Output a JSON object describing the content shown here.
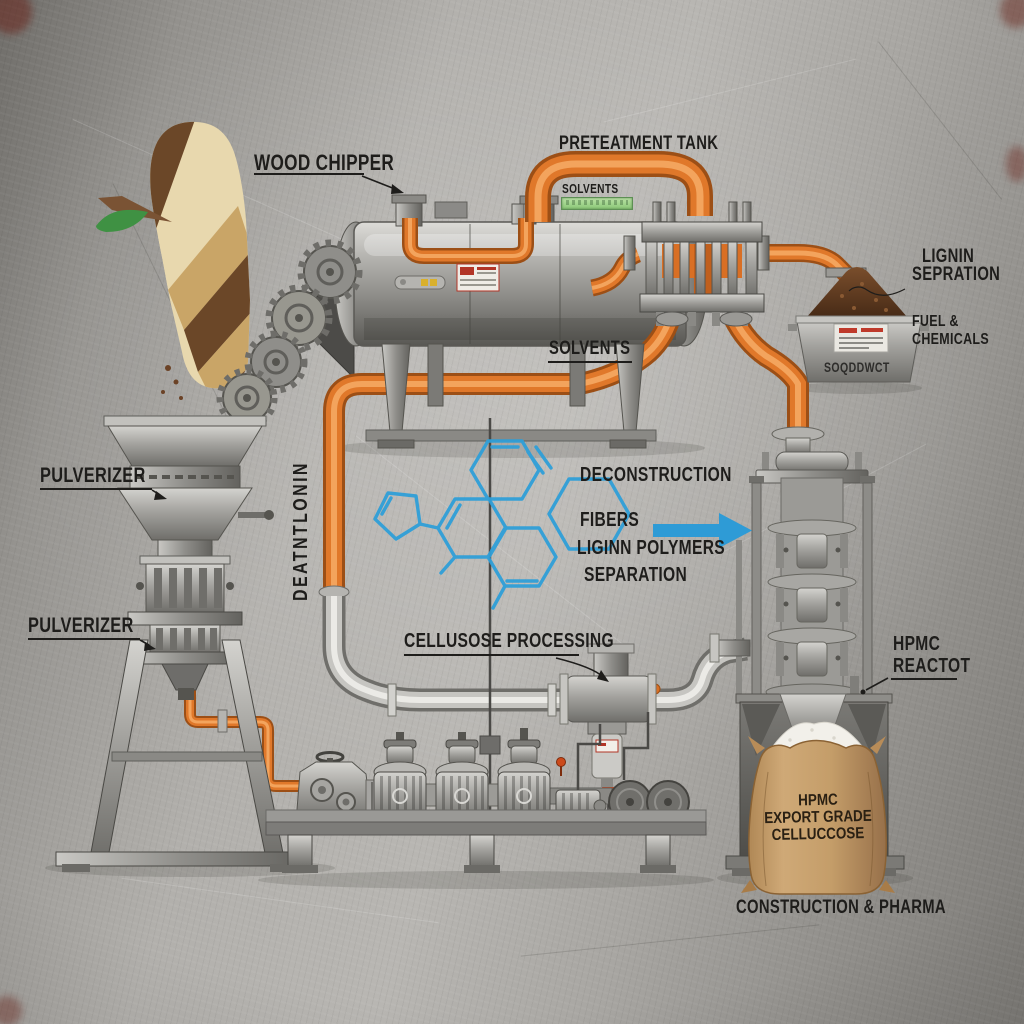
{
  "colors": {
    "pipe_orange": "#E0782A",
    "accent_blue": "#2E9BD6",
    "leaf_green": "#3F9143",
    "label_black": "#1E1D1B",
    "solvent_display_green": "#9ED489",
    "bag_tan": "#C9A06C",
    "lignin_brown": "#5E3A22",
    "metal_gray": "#9A9996"
  },
  "labels": {
    "wood_chipper": "WOOD CHIPPER",
    "pretreatment_tank": "PRETEATMENT TANK",
    "solvents_small": "SOLVENTS",
    "solvents_pipe": "SOLVENTS",
    "lignin_separation_line1": "LIGNIN",
    "lignin_separation_line2": "SEPRATION",
    "fuel_chemicals_line1": "FUEL &",
    "fuel_chemicals_line2": "CHEMICALS",
    "hopper_code": "SOQDDWCT",
    "pulverizer_top": "PULVERIZER",
    "pulverizer_bottom": "PULVERIZER",
    "pipe_tag_vertical": "DEATNTLONIN",
    "deconstruction": "DECONSTRUCTION",
    "fibers": "FIBERS",
    "lignin_polymers": "LIGINN POLYMERS",
    "separation": "SEPARATION",
    "cellulose_processing": "CELLUSOSE PROCESSING",
    "reactor_line1": "HPMC",
    "reactor_line2": "REACTOT",
    "application": "CONSTRUCTION & PHARMA"
  },
  "product_bag": {
    "line1": "HPMC",
    "line2": "EXPORT GRADE",
    "line3": "CELLUCCOSE"
  }
}
